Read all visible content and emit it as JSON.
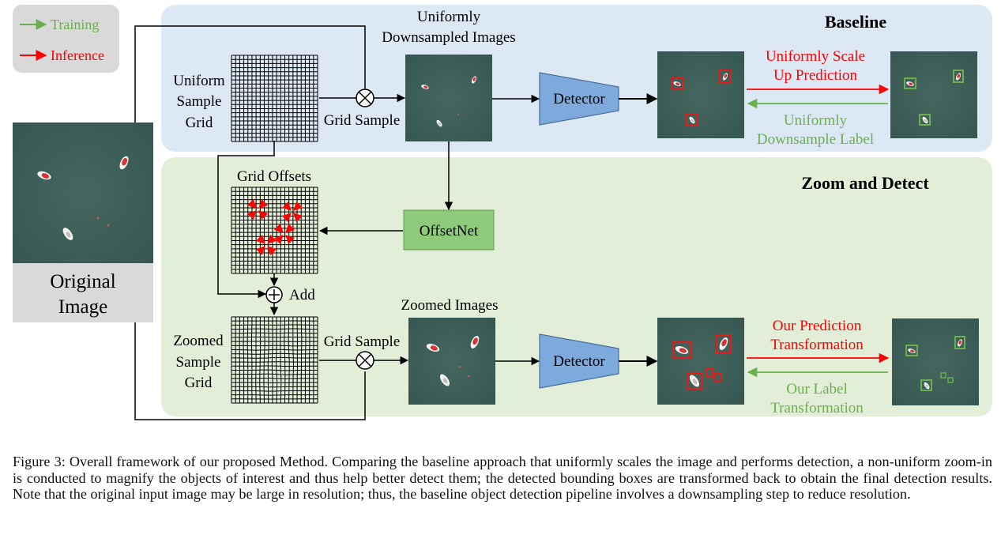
{
  "legend": {
    "training": "Training",
    "inference": "Inference",
    "training_color": "#6ab04c",
    "inference_color": "#ff0000"
  },
  "original_image": {
    "label_line1": "Original",
    "label_line2": "Image"
  },
  "baseline": {
    "title": "Baseline",
    "uniform_grid_label": [
      "Uniform",
      "Sample",
      "Grid"
    ],
    "grid_sample_label": "Grid Sample",
    "downsampled_label": [
      "Uniformly",
      "Downsampled Images"
    ],
    "detector_label": "Detector",
    "scale_up_label": [
      "Uniformly Scale",
      "Up Prediction"
    ],
    "downsample_label": [
      "Uniformly",
      "Downsample Label"
    ]
  },
  "zoom": {
    "title": "Zoom and Detect",
    "grid_offsets_label": "Grid Offsets",
    "offsetnet_label": "OffsetNet",
    "add_label": "Add",
    "zoomed_grid_label": [
      "Zoomed",
      "Sample",
      "Grid"
    ],
    "grid_sample_label": "Grid Sample",
    "zoomed_images_label": "Zoomed Images",
    "detector_label": "Detector",
    "prediction_label": [
      "Our Prediction",
      "Transformation"
    ],
    "label_transform_label": [
      "Our Label",
      "Transformation"
    ]
  },
  "colors": {
    "baseline_panel": "#dce9f5",
    "zoom_panel": "#e3eed8",
    "legend_panel": "#d9d9d9",
    "original_label_panel": "#d9d9d9",
    "water": "#3d5e5c",
    "detector_fill": "#7ea9dc",
    "offsetnet_fill": "#8fca7a",
    "pred_box": "#e21b1b",
    "label_box": "#6ab04c"
  },
  "caption": "Figure 3: Overall framework of our proposed Method. Comparing the baseline approach that uniformly scales the image and performs detection, a non-uniform zoom-in is conducted to magnify the objects of interest and thus help better detect them; the detected bounding boxes are transformed back to obtain the final detection results. Note that the original input image may be large in resolution; thus, the baseline object detection pipeline involves a downsampling step to reduce resolution."
}
